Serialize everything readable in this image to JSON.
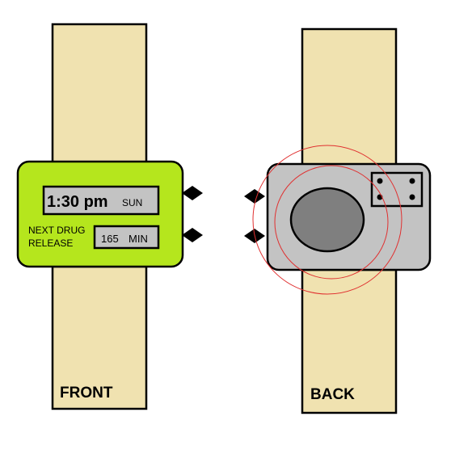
{
  "front": {
    "caption": "FRONT",
    "time": "1:30 pm",
    "day": "SUN",
    "next_label_line1": "NEXT DRUG",
    "next_label_line2": "RELEASE",
    "minutes_value": "165",
    "minutes_unit": "MIN"
  },
  "back": {
    "caption": "BACK"
  },
  "colors": {
    "strap": "#f0e2b0",
    "front_face": "#b5e61d",
    "display": "#c3c3c3",
    "back_case": "#c3c3c3",
    "sensor": "#7f7f7f",
    "rings": "#e03030",
    "outline": "#000000"
  },
  "icons": {
    "buttons": "diamond",
    "contacts": "dot"
  }
}
